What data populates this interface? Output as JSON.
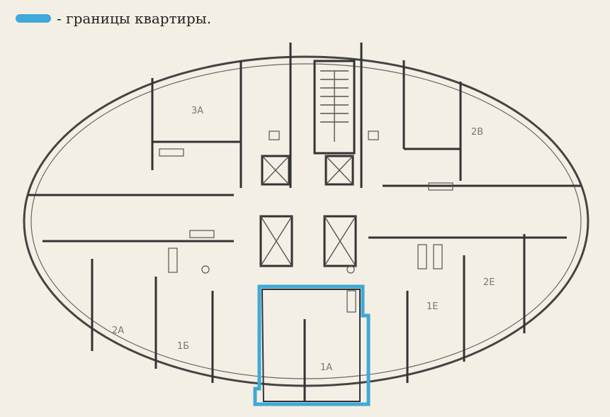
{
  "legend": {
    "swatch_color": "#3fa9d8",
    "text": "- границы квартиры."
  },
  "rooms": [
    {
      "id": "3a",
      "label": "3A"
    },
    {
      "id": "2b",
      "label": "2B"
    },
    {
      "id": "2a",
      "label": "2A"
    },
    {
      "id": "1b",
      "label": "1Б"
    },
    {
      "id": "1a",
      "label": "1A"
    },
    {
      "id": "1e",
      "label": "1E"
    },
    {
      "id": "2e",
      "label": "2E"
    }
  ],
  "highlight_color": "#3fa9d8",
  "wall_color": "#333333"
}
